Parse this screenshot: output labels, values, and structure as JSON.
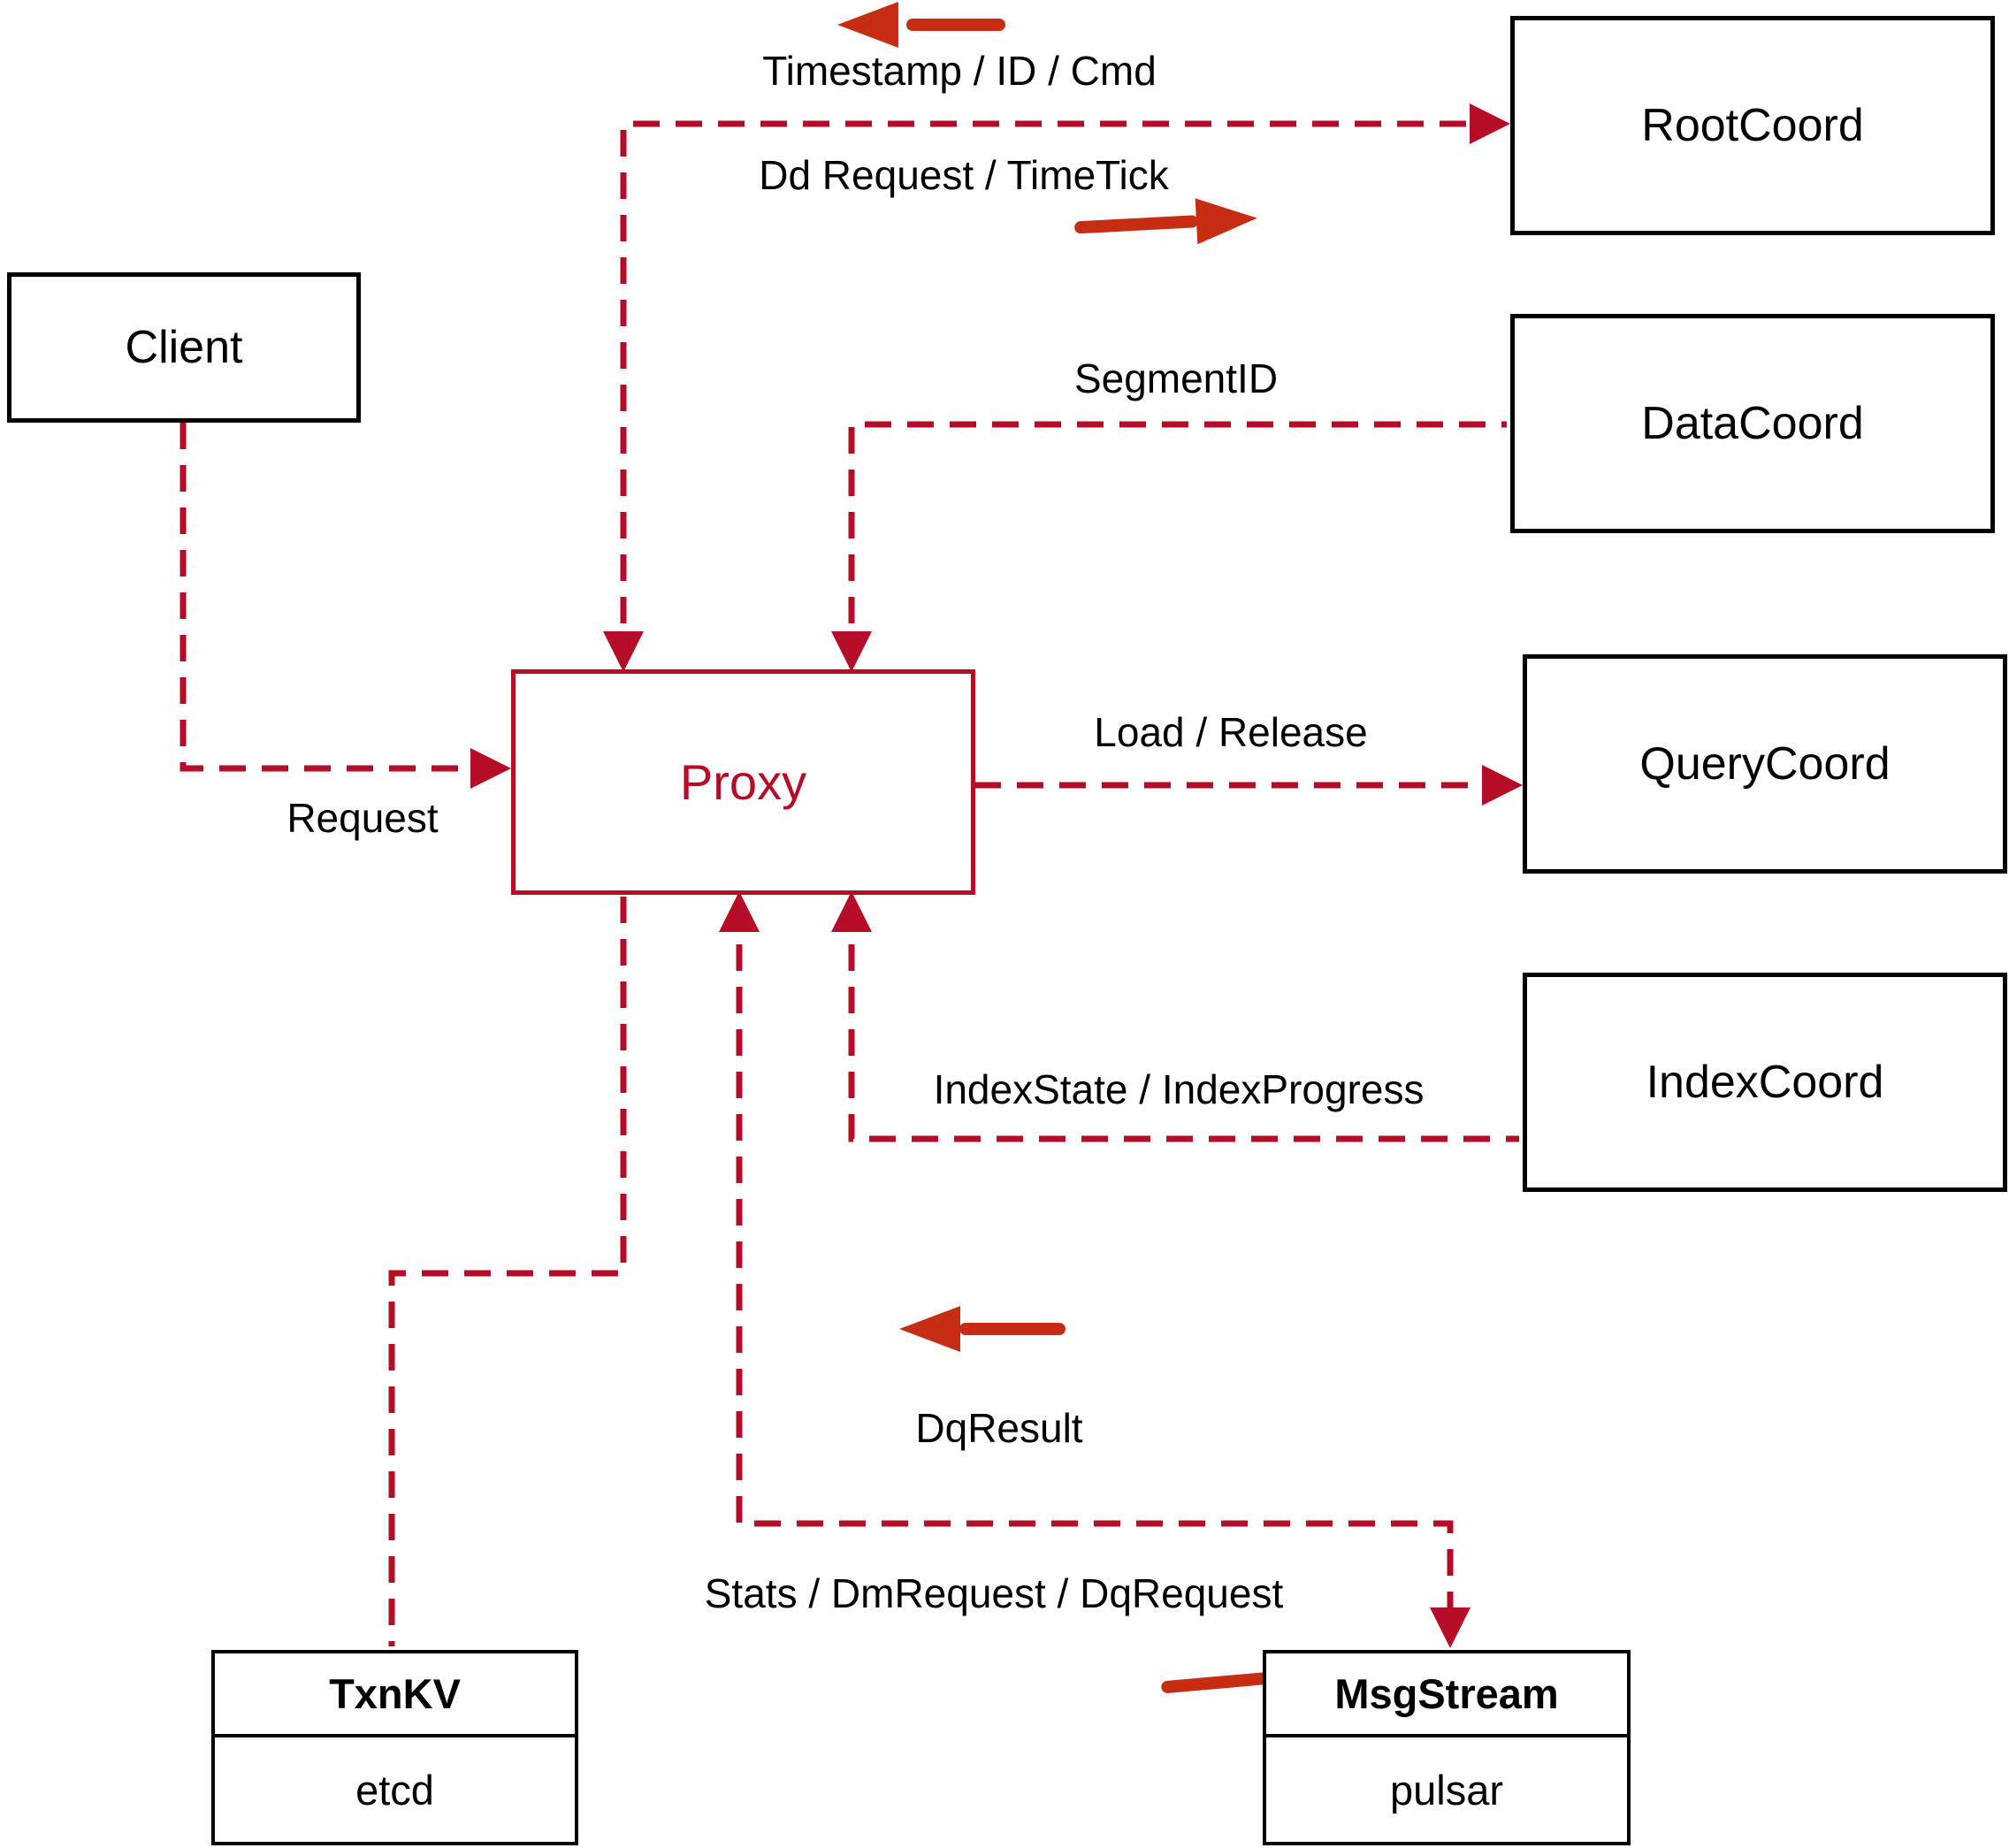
{
  "diagram": {
    "nodes": {
      "client": "Client",
      "proxy": "Proxy",
      "root_coord": "RootCoord",
      "data_coord": "DataCoord",
      "query_coord": "QueryCoord",
      "index_coord": "IndexCoord"
    },
    "tables": {
      "txn_kv": {
        "title": "TxnKV",
        "value": "etcd"
      },
      "msg_stream": {
        "title": "MsgStream",
        "value": "pulsar"
      }
    },
    "edge_labels": {
      "timestamp_id_cmd": "Timestamp / ID / Cmd",
      "dd_request_timetick": "Dd Request / TimeTick",
      "segment_id": "SegmentID",
      "load_release": "Load / Release",
      "request": "Request",
      "index_state_progress": "IndexState / IndexProgress",
      "dq_result": "DqResult",
      "stats_dm_dq": "Stats / DmRequest / DqRequest"
    },
    "colors": {
      "connector_red": "#b50d28",
      "arrow_red": "#c62d12",
      "node_border": "#000000",
      "text": "#000000"
    }
  }
}
